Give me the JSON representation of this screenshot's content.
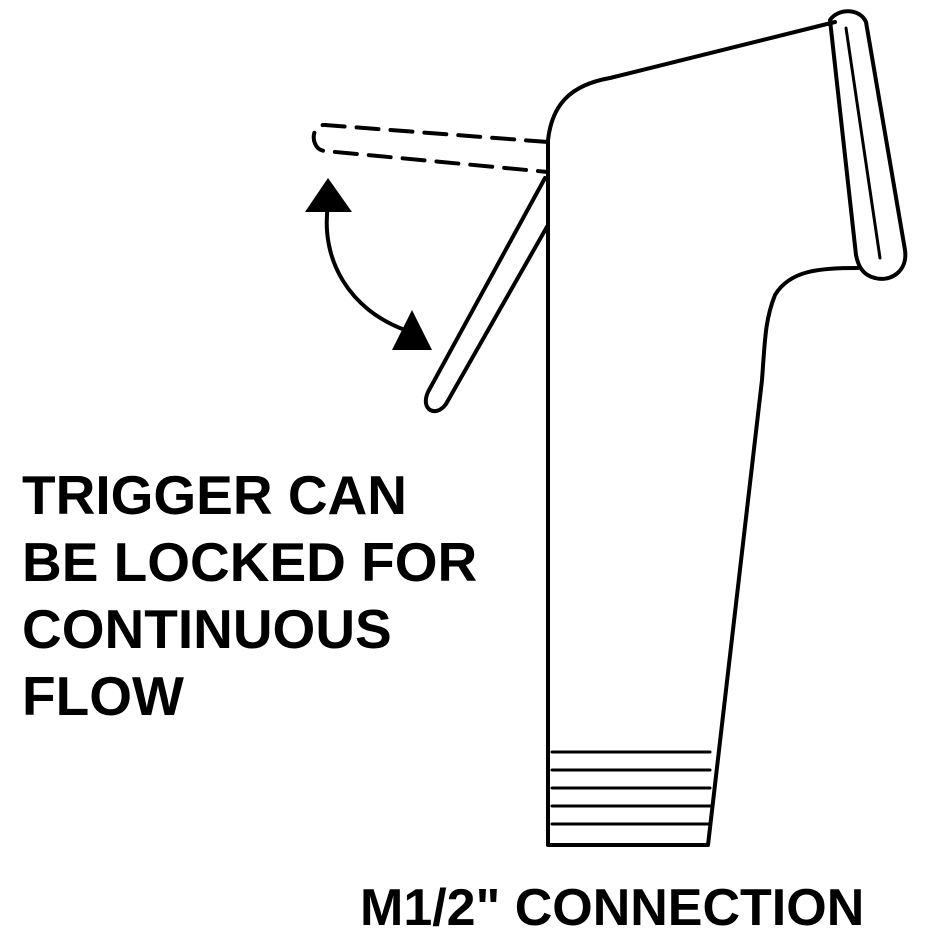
{
  "note": {
    "lines": [
      "TRIGGER CAN",
      "BE LOCKED FOR",
      "CONTINUOUS",
      "FLOW"
    ]
  },
  "connection_label": "M1/2\" CONNECTION",
  "colors": {
    "ink": "#000000",
    "background": "#ffffff"
  }
}
